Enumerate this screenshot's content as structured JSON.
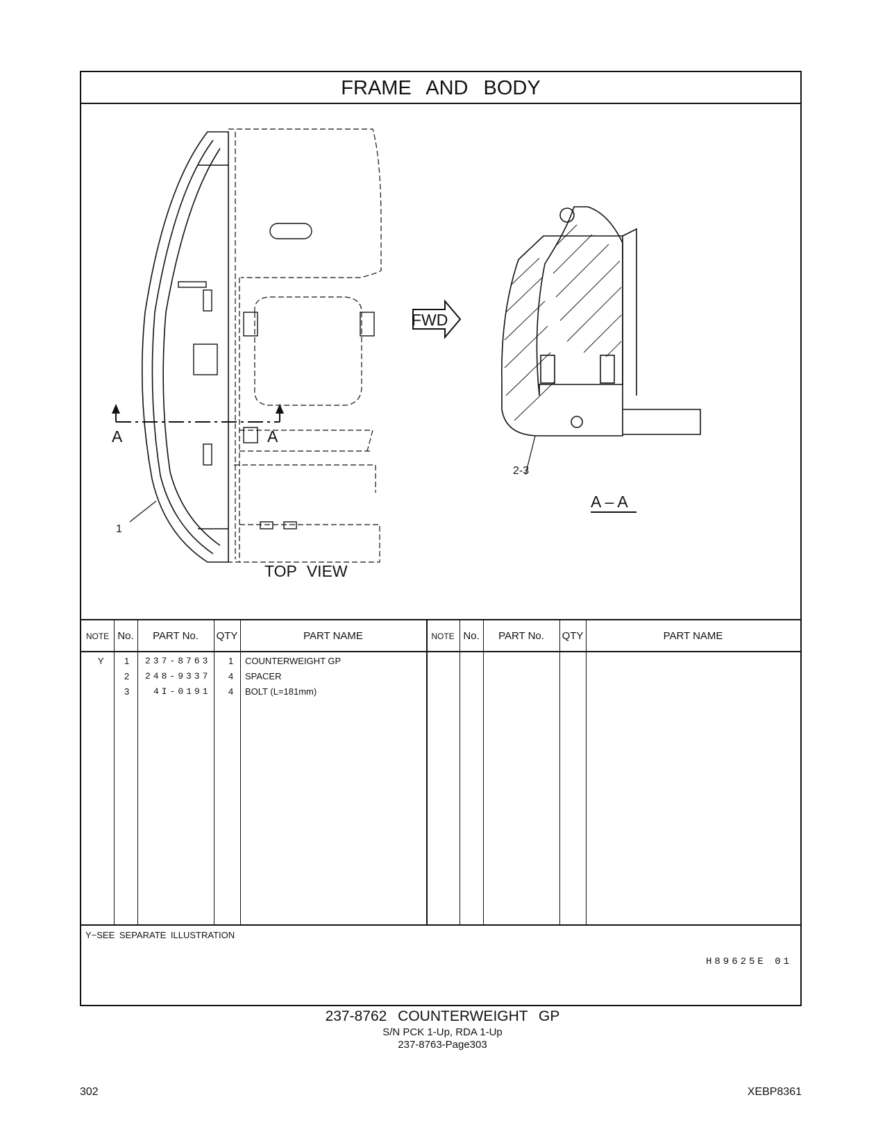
{
  "section_title": "FRAME AND BODY",
  "illustration": {
    "fwd_label": "FWD",
    "section_marker_left": "A",
    "section_marker_right": "A",
    "top_view_label": "TOP VIEW",
    "section_view_label": "A – A",
    "callout_1": "1",
    "callout_2_3": "2-3"
  },
  "table": {
    "headers": {
      "note": "NOTE",
      "no": "No.",
      "part_no": "PART No.",
      "qty": "QTY",
      "part_name": "PART NAME"
    },
    "rows": [
      {
        "note": "Y",
        "no": "1",
        "part_no": "237-8763",
        "qty": "1",
        "part_name": "COUNTERWEIGHT GP"
      },
      {
        "note": "",
        "no": "2",
        "part_no": "248-9337",
        "qty": "4",
        "part_name": "SPACER"
      },
      {
        "note": "",
        "no": "3",
        "part_no": "4I-0191",
        "qty": "4",
        "part_name": "BOLT (L=181mm)"
      }
    ]
  },
  "footnote": "Y−SEE SEPARATE ILLUSTRATION",
  "illustration_code": "H89625E 01",
  "caption": {
    "title": "237-8762 COUNTERWEIGHT GP",
    "serial": "S/N PCK 1-Up, RDA 1-Up",
    "ref": "237-8763-Page303"
  },
  "page_number": "302",
  "doc_code": "XEBP8361"
}
